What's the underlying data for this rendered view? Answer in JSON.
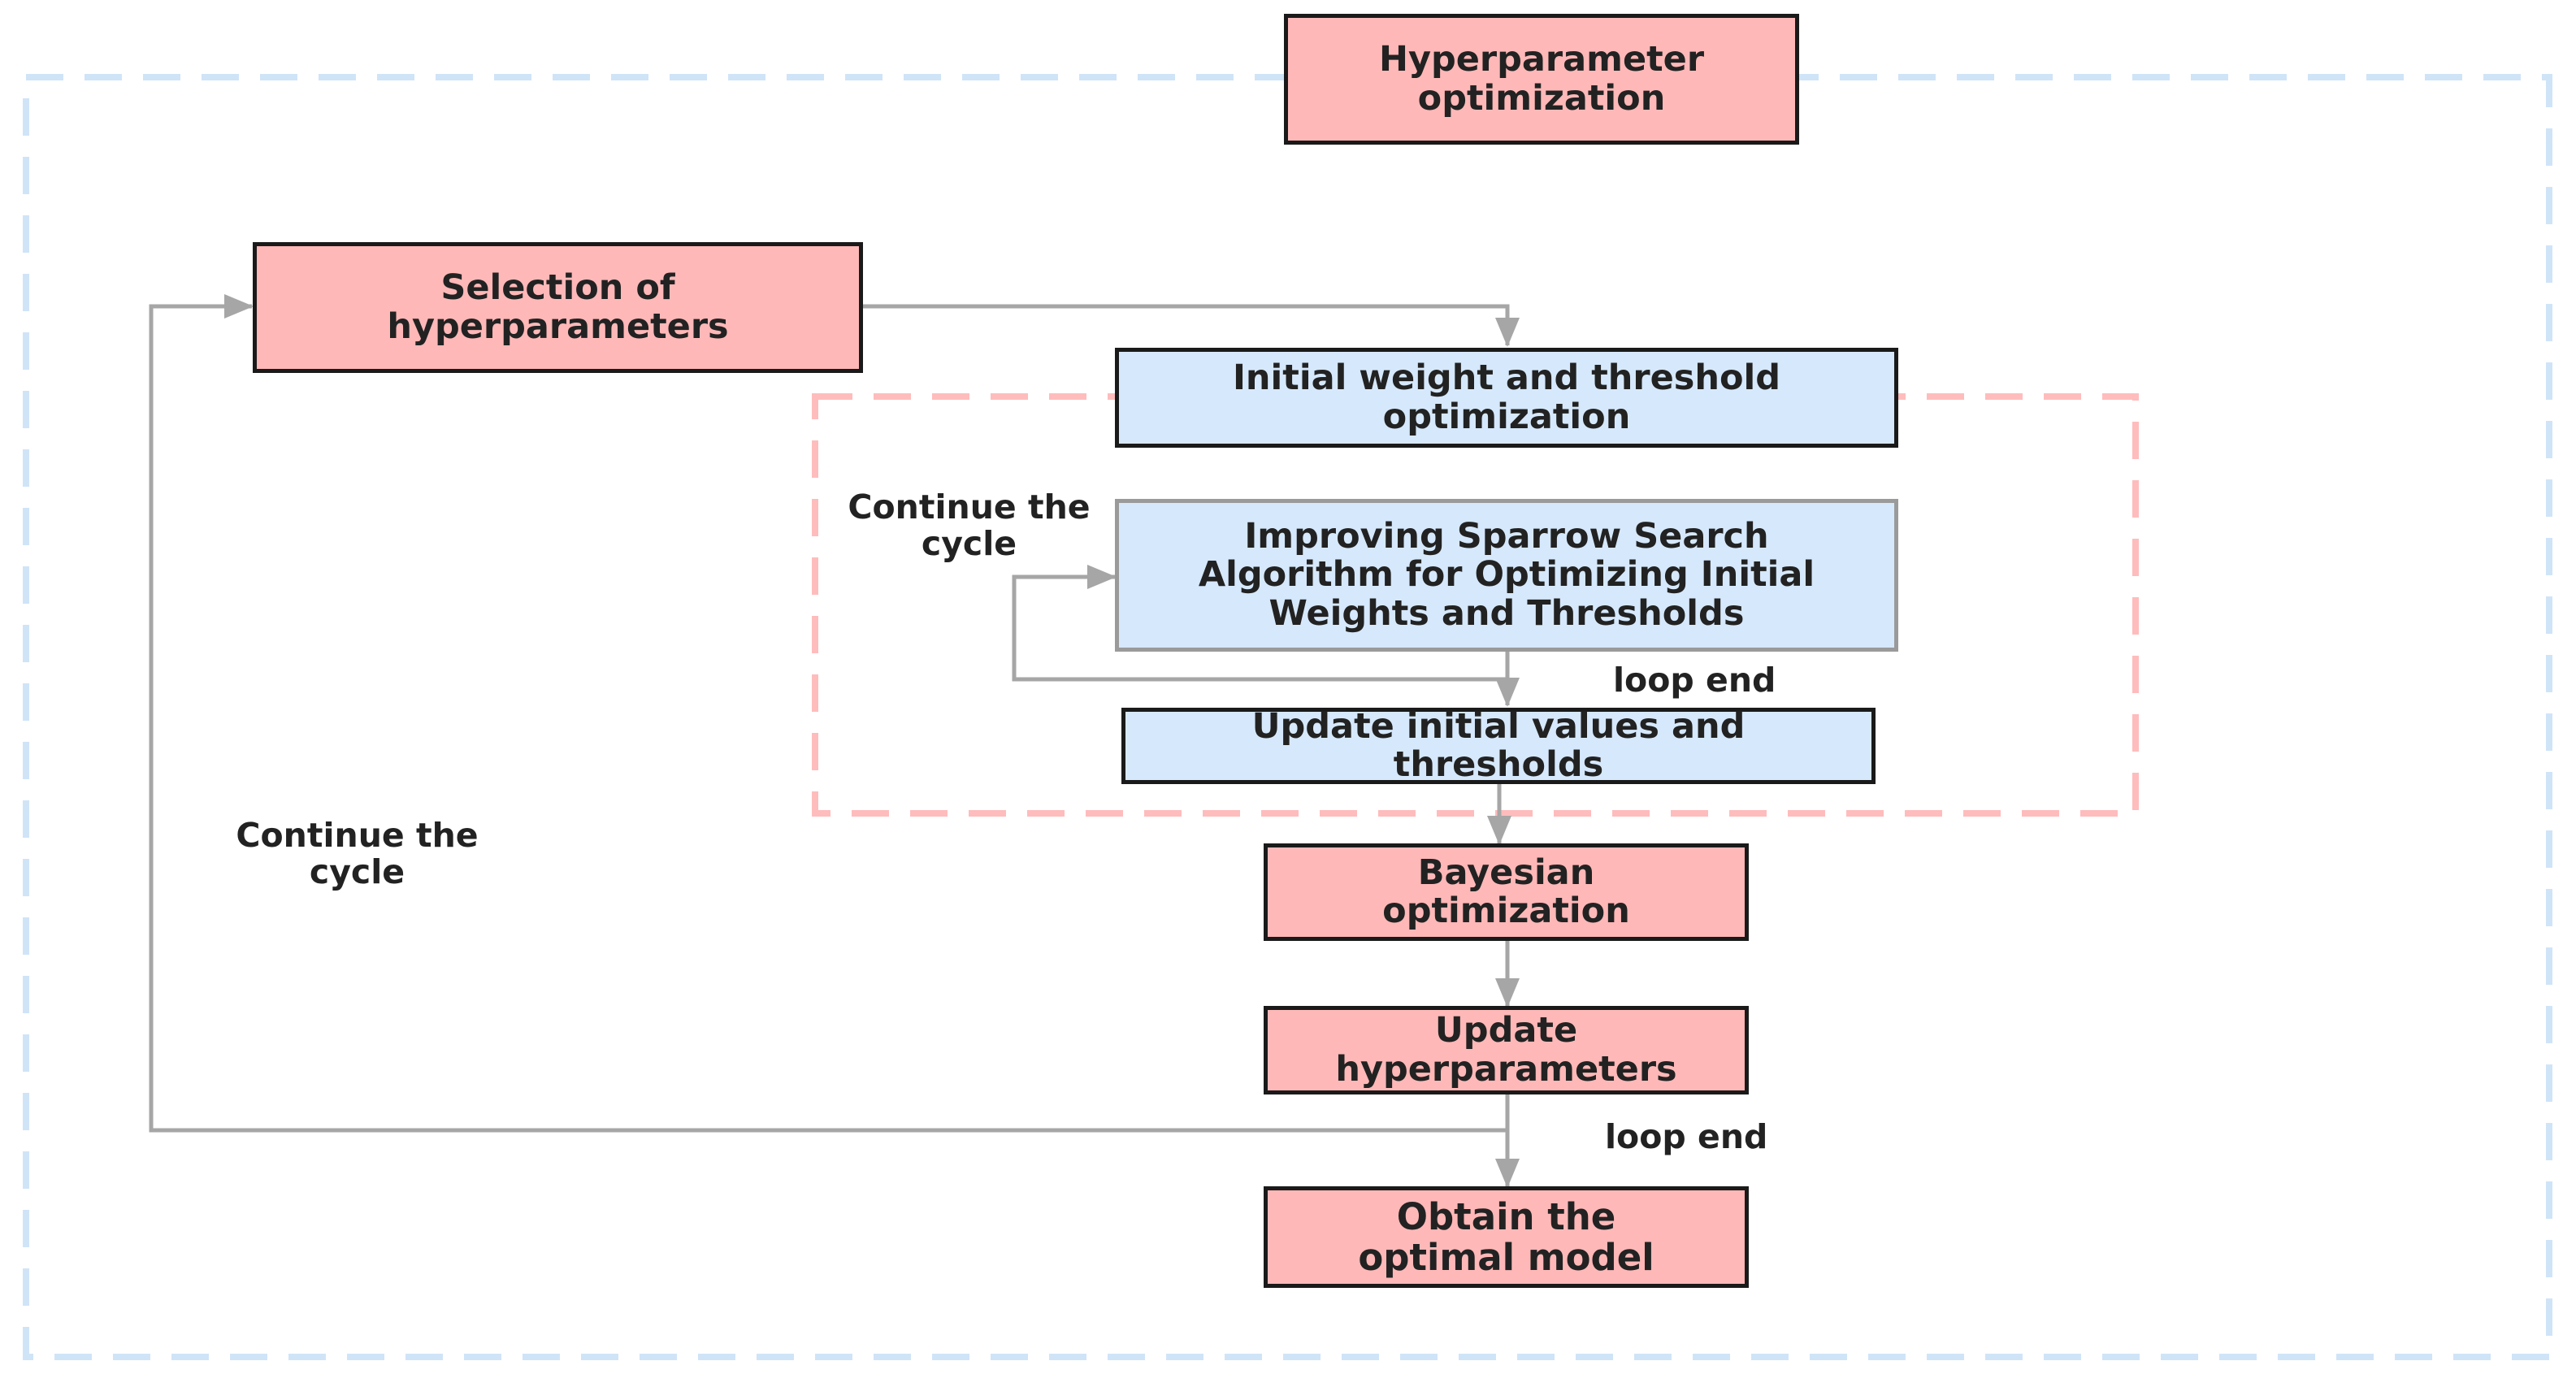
{
  "nodes": {
    "hyperparameter_optimization": "Hyperparameter\noptimization",
    "selection_of_hyperparameters": "Selection of\nhyperparameters",
    "initial_weight_threshold": "Initial weight and threshold\noptimization",
    "improving_ssa": "Improving Sparrow Search\nAlgorithm for Optimizing Initial\nWeights and Thresholds",
    "update_initial_values": "Update initial values and\nthresholds",
    "bayesian_optimization": "Bayesian\noptimization",
    "update_hyperparameters": "Update\nhyperparameters",
    "obtain_optimal_model": "Obtain the\noptimal model"
  },
  "labels": {
    "continue_cycle_inner": "Continue the\ncycle",
    "loop_end_inner": "loop end",
    "continue_cycle_outer": "Continue the\ncycle",
    "loop_end_outer": "loop end"
  },
  "colors": {
    "pink_fill": "#ffb8b8",
    "blue_fill": "#d6e8fb",
    "outer_dash": "#d0e4f8",
    "inner_dash": "#ffbcbc",
    "arrow": "#a6a6a6",
    "box_border": "#1a1a1a"
  }
}
